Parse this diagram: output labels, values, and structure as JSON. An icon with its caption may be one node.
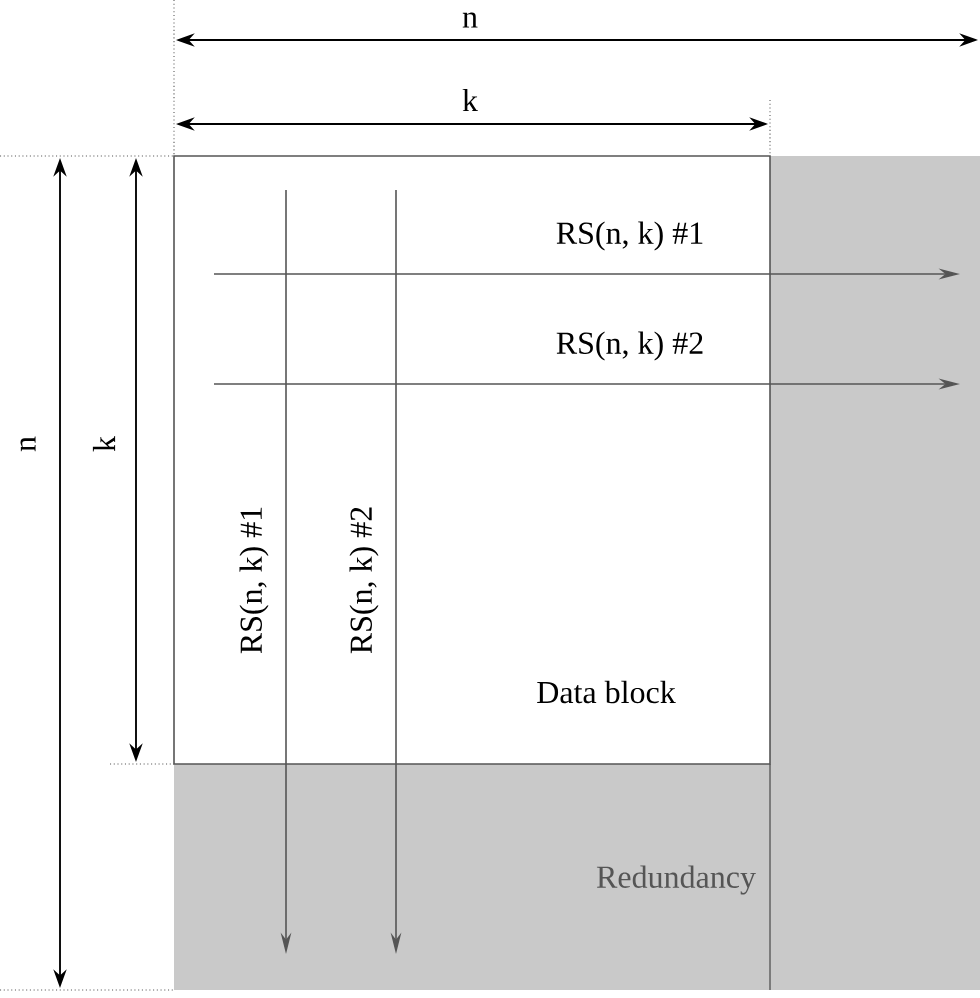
{
  "diagram": {
    "nodes": [
      {
        "text": [
          "Data block"
        ]
      },
      {
        "text": [
          "Redundancy"
        ]
      }
    ],
    "labels": [
      "n",
      "k",
      "n",
      "k",
      "RS(n, k) #1",
      "RS(n, k) #2",
      "RS(n, k) #1",
      "RS(n, k) #2"
    ]
  }
}
